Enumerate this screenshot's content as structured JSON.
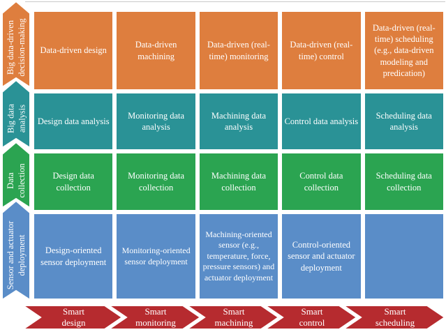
{
  "colors": {
    "orange": "#DE7E3E",
    "teal": "#2A9296",
    "green": "#2BA451",
    "blue": "#5A8DC8",
    "red": "#B62B2F",
    "text": "#FFFFFF"
  },
  "left_rail": {
    "items": [
      {
        "label": "Big data-driven decision-making",
        "lines": [
          "Big data-driven",
          "decision-making"
        ],
        "color": "#DE7E3E"
      },
      {
        "label": "Big data analysis",
        "lines": [
          "Big data",
          "analysis"
        ],
        "color": "#2A9296"
      },
      {
        "label": "Data collection",
        "lines": [
          "Data",
          "collection"
        ],
        "color": "#2BA451"
      },
      {
        "label": "Sensor and actuator deployment",
        "lines": [
          "Sensor and actuator",
          "deployment"
        ],
        "color": "#5A8DC8"
      }
    ]
  },
  "matrix": {
    "rows": [
      {
        "name": "big-data-driven-decision-making",
        "color": "#DE7E3E",
        "cells": [
          "Data-driven design",
          "Data-driven machining",
          "Data-driven (real-time) monitoring",
          "Data-driven (real-time) control",
          "Data-driven (real-time) scheduling (e.g., data-driven modeling and predication)"
        ]
      },
      {
        "name": "big-data-analysis",
        "color": "#2A9296",
        "cells": [
          "Design data analysis",
          "Monitoring data analysis",
          "Machining data analysis",
          "Control data analysis",
          "Scheduling data analysis"
        ]
      },
      {
        "name": "data-collection",
        "color": "#2BA451",
        "cells": [
          "Design data collection",
          "Monitoring data collection",
          "Machining data collection",
          "Control data collection",
          "Scheduling data collection"
        ]
      },
      {
        "name": "sensor-and-actuator-deployment",
        "color": "#5A8DC8",
        "cells": [
          "Design-oriented sensor deployment",
          "Monitoring-oriented sensor deployment",
          "Machining-oriented sensor (e.g., temperature, force, pressure sensors) and actuator deployment",
          "Control-oriented sensor and actuator deployment",
          ""
        ]
      }
    ]
  },
  "flow": {
    "color": "#B62B2F",
    "items": [
      {
        "label": "Smart design",
        "lines": [
          "Smart",
          "design"
        ]
      },
      {
        "label": "Smart monitoring",
        "lines": [
          "Smart",
          "monitoring"
        ]
      },
      {
        "label": "Smart machining",
        "lines": [
          "Smart",
          "machining"
        ]
      },
      {
        "label": "Smart control",
        "lines": [
          "Smart",
          "control"
        ]
      },
      {
        "label": "Smart scheduling",
        "lines": [
          "Smart",
          "scheduling"
        ]
      }
    ]
  }
}
